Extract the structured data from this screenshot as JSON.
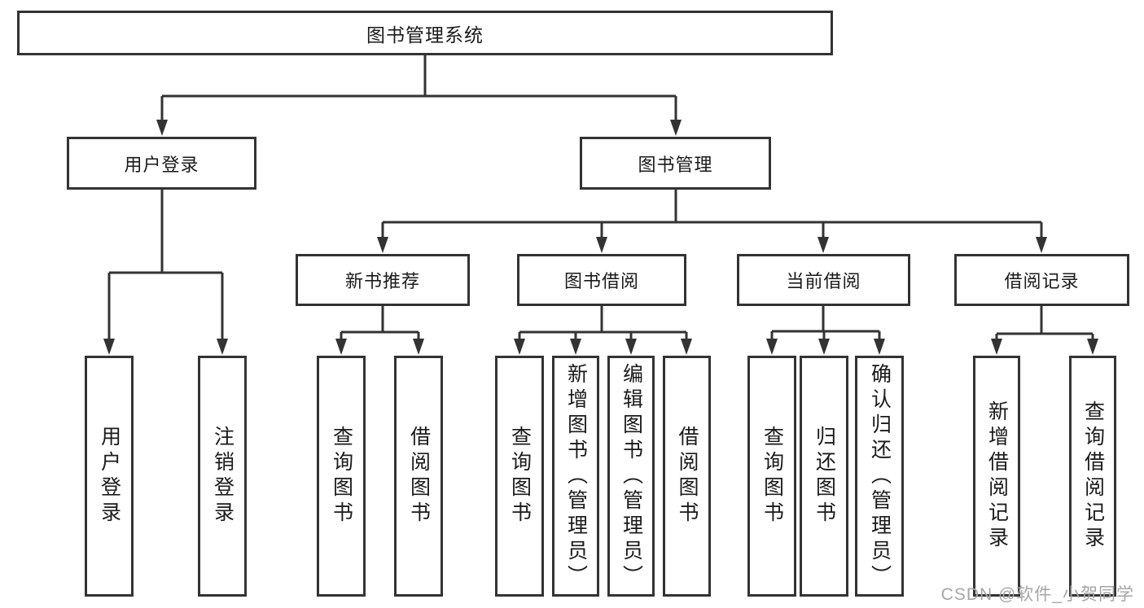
{
  "diagram": {
    "root": "图书管理系统",
    "level2": {
      "user_login": "用户登录",
      "book_mgmt": "图书管理"
    },
    "level3": {
      "new_books": "新书推荐",
      "book_borrow": "图书借阅",
      "current_borrow": "当前借阅",
      "borrow_records": "借阅记录"
    },
    "leaves": {
      "user_login": [
        "用户登录",
        "注销登录"
      ],
      "new_books": [
        "查询图书",
        "借阅图书"
      ],
      "book_borrow": [
        "查询图书",
        "新增图书（管理员）",
        "编辑图书（管理员）",
        "借阅图书"
      ],
      "current_borrow": [
        "查询图书",
        "归还图书",
        "确认归还（管理员）"
      ],
      "borrow_records": [
        "新增借阅记录",
        "查询借阅记录"
      ]
    },
    "watermark": "CSDN @软件_小贺同学",
    "colors": {
      "line": "#333333",
      "text": "#1a1a1a",
      "background": "#ffffff",
      "watermark": "#a6a6a6"
    }
  }
}
